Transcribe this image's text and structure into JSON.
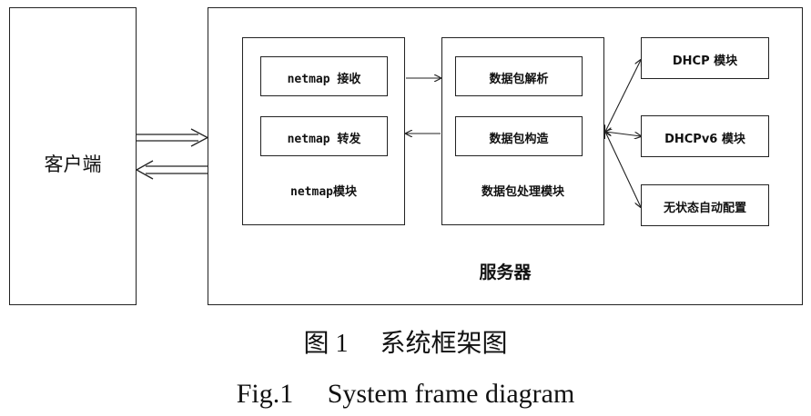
{
  "client": {
    "label": "客户端"
  },
  "server": {
    "label": "服务器"
  },
  "netmap_module": {
    "title": "netmap模块",
    "receive": "netmap 接收",
    "forward": "netmap 转发"
  },
  "packet_module": {
    "title": "数据包处理模块",
    "parse": "数据包解析",
    "construct": "数据包构造"
  },
  "right_modules": {
    "dhcp": "DHCP 模块",
    "dhcpv6": "DHCPv6 模块",
    "slaac": "无状态自动配置"
  },
  "caption": {
    "cn": "图 1　 系统框架图",
    "en": "Fig.1　 System frame diagram"
  }
}
